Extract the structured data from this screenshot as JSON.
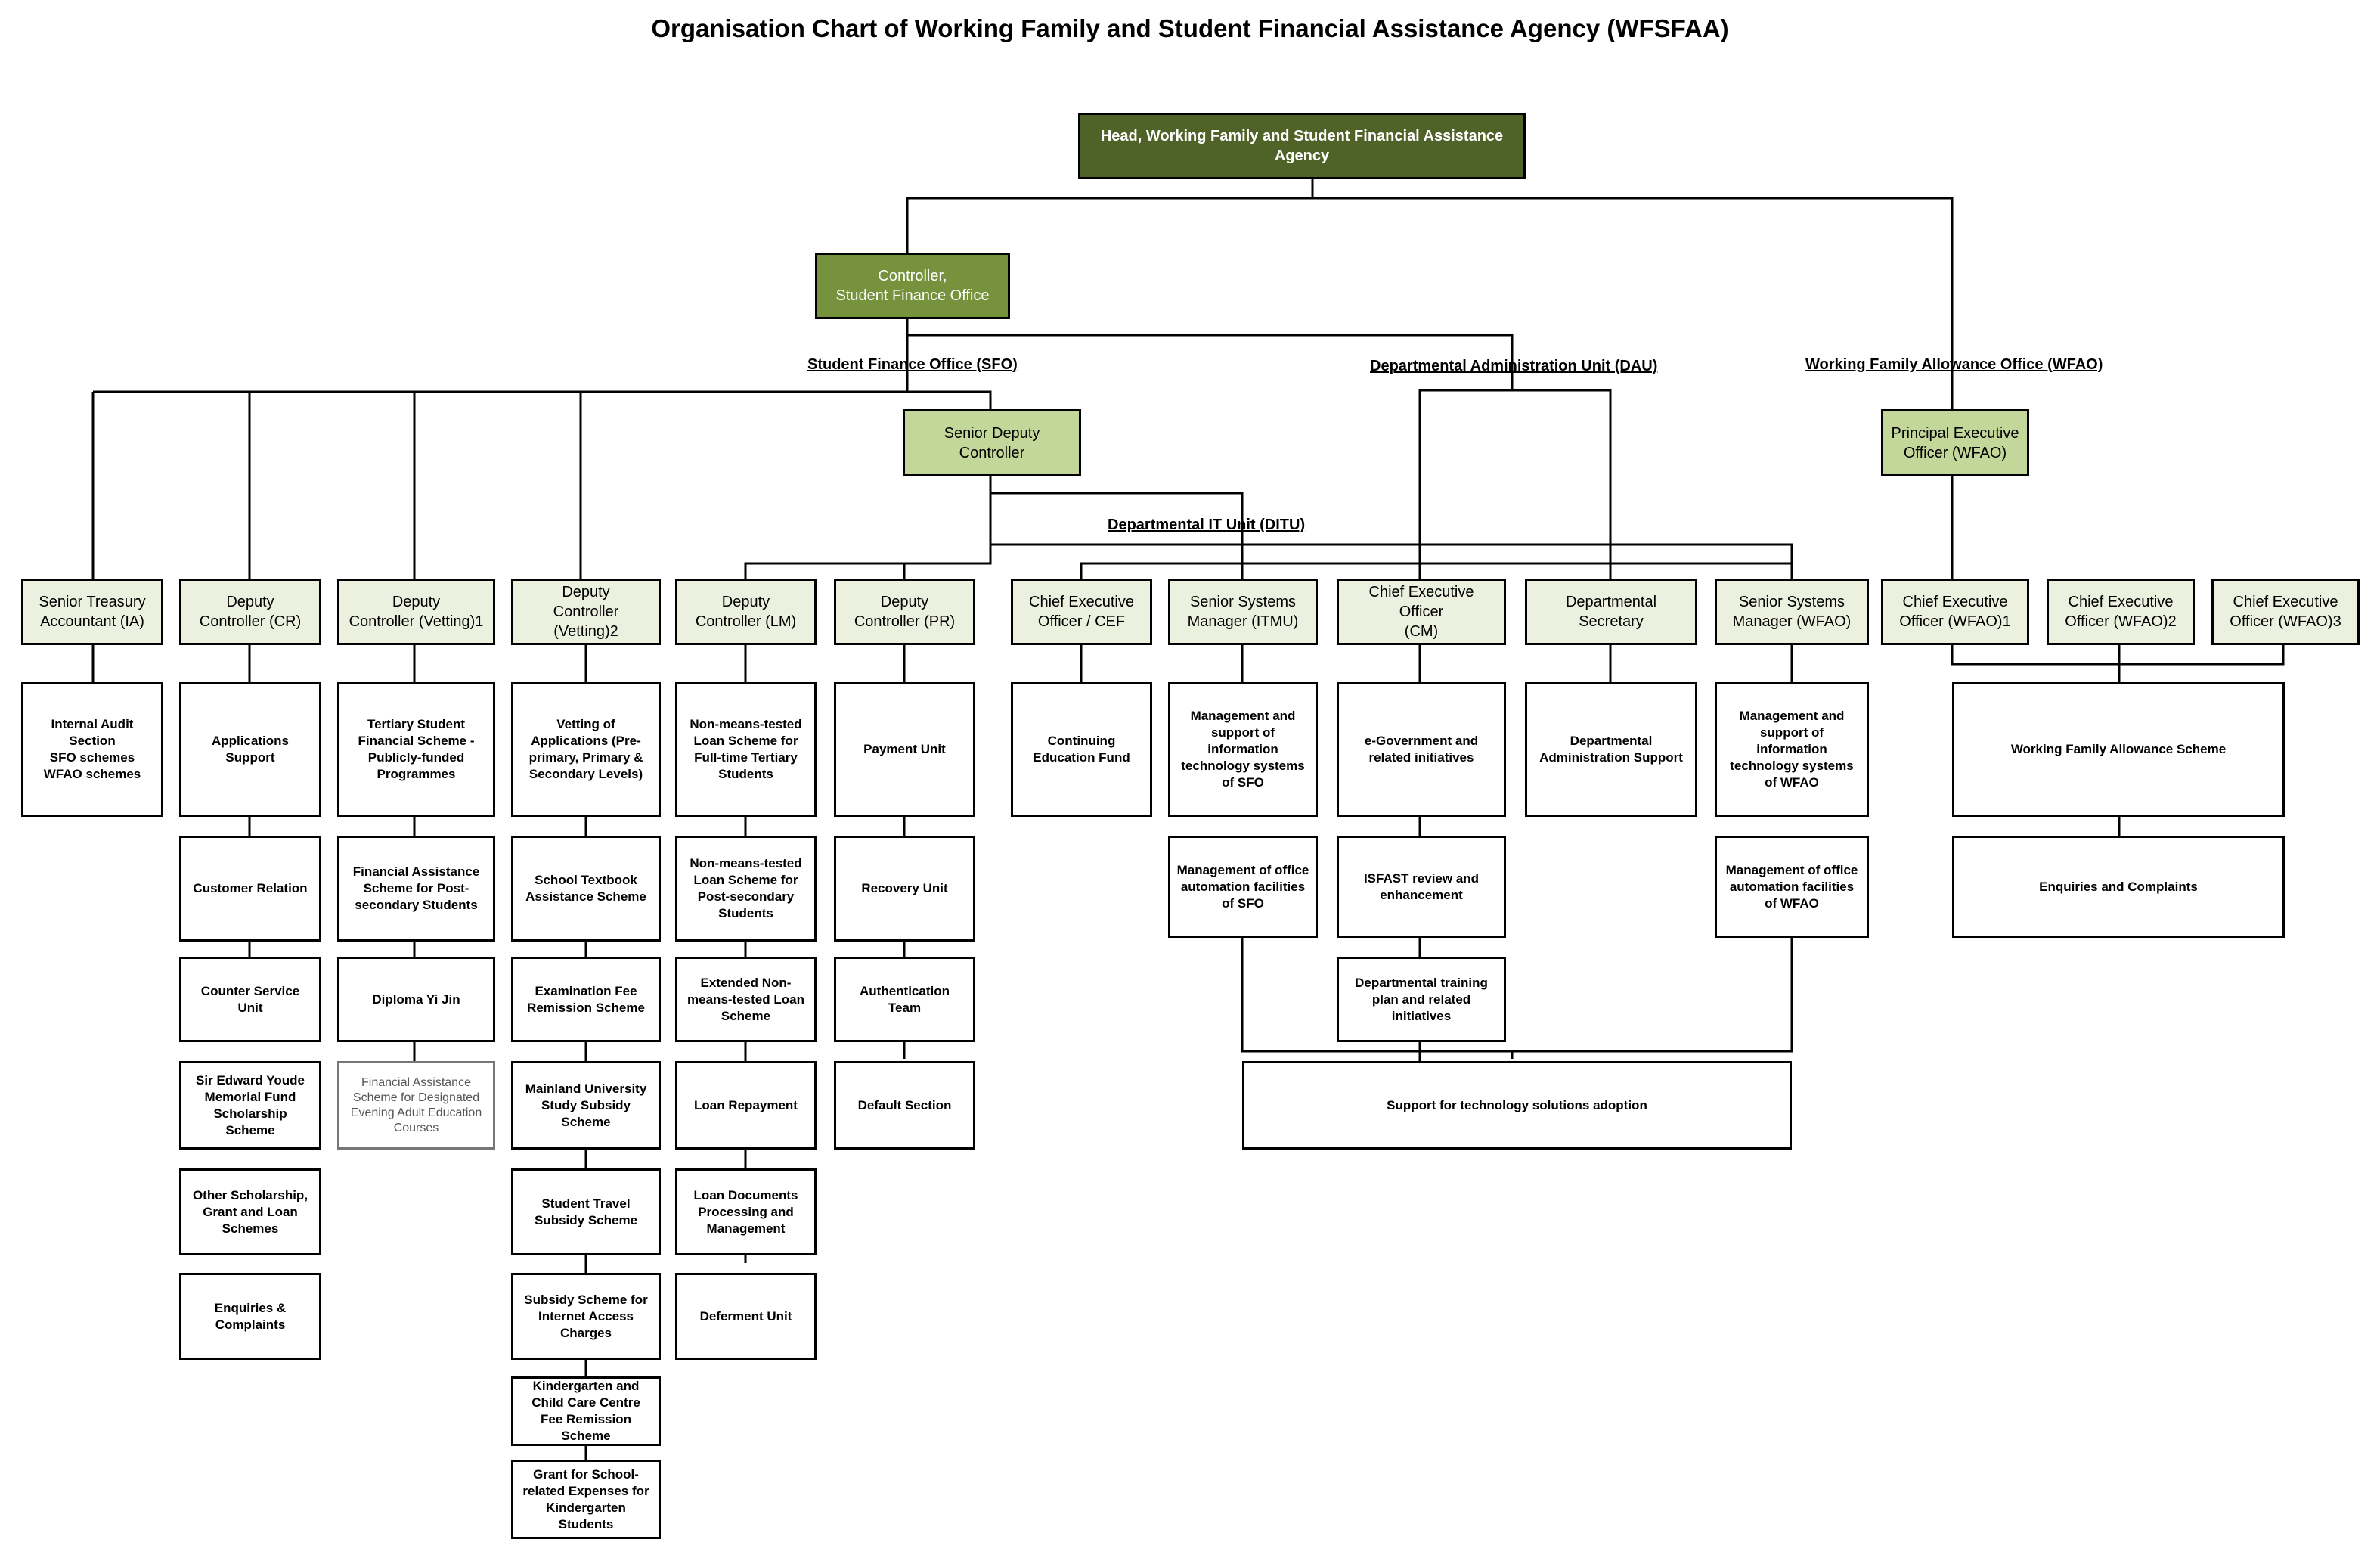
{
  "title": "Organisation Chart of Working Family and Student Financial Assistance Agency (WFSFAA)",
  "sections": {
    "sfo": "Student Finance Office (SFO)",
    "dau": "Departmental Administration Unit (DAU)",
    "wfao": "Working Family Allowance Office (WFAO)",
    "ditu": "Departmental IT Unit (DITU)"
  },
  "head": "Head, Working Family and Student Financial Assistance Agency",
  "controller": "Controller,\nStudent Finance Office",
  "senior_deputy_controller": "Senior Deputy Controller",
  "principal_executive_officer": "Principal Executive Officer (WFAO)",
  "posts": {
    "sta": "Senior Treasury Accountant (IA)",
    "dc_cr": "Deputy\nController (CR)",
    "dc_v1": "Deputy\nController (Vetting)1",
    "dc_v2": "Deputy\nController (Vetting)2",
    "dc_lm": "Deputy\nController (LM)",
    "dc_pr": "Deputy\nController (PR)",
    "ceo_cef": "Chief Executive\nOfficer / CEF",
    "ssm_itmu": "Senior Systems\nManager (ITMU)",
    "ceo_cm": "Chief Executive Officer\n(CM)",
    "dept_sec": "Departmental\nSecretary",
    "ssm_wfao": "Senior Systems\nManager (WFAO)",
    "ceo_w1": "Chief Executive\nOfficer (WFAO)1",
    "ceo_w2": "Chief Executive\nOfficer (WFAO)2",
    "ceo_w3": "Chief Executive\nOfficer (WFAO)3"
  },
  "units": {
    "ia": "Internal Audit Section\nSFO schemes\nWFAO schemes",
    "cr": [
      "Applications Support",
      "Customer Relation",
      "Counter Service Unit",
      "Sir Edward Youde Memorial Fund Scholarship Scheme",
      "Other Scholarship, Grant and Loan Schemes",
      "Enquiries & Complaints"
    ],
    "v1": [
      "Tertiary Student Financial Scheme - Publicly-funded Programmes",
      "Financial Assistance Scheme for Post-secondary Students",
      "Diploma Yi Jin",
      "Financial Assistance Scheme for Designated Evening Adult Education Courses"
    ],
    "v2": [
      "Vetting of Applications (Pre-primary, Primary & Secondary Levels)",
      "School Textbook Assistance Scheme",
      "Examination Fee Remission Scheme",
      "Mainland University Study Subsidy Scheme",
      "Student Travel Subsidy Scheme",
      "Subsidy Scheme for Internet Access Charges",
      "Kindergarten and Child Care Centre Fee Remission Scheme",
      "Grant for School-related Expenses for Kindergarten Students"
    ],
    "lm": [
      "Non-means-tested Loan Scheme for Full-time Tertiary Students",
      "Non-means-tested Loan Scheme for Post-secondary Students",
      "Extended Non-means-tested Loan Scheme",
      "Loan Repayment",
      "Loan Documents Processing and Management",
      "Deferment Unit"
    ],
    "pr": [
      "Payment Unit",
      "Recovery Unit",
      "Authentication Team",
      "Default Section"
    ],
    "cef": "Continuing Education Fund",
    "itmu": [
      "Management and support of information technology systems of SFO",
      "Management of office automation facilities of SFO"
    ],
    "cm": [
      "e-Government and related initiatives",
      "ISFAST review and enhancement",
      "Departmental training plan and related initiatives"
    ],
    "dept": "Departmental Administration Support",
    "wfao_it": [
      "Management and support of information technology systems of WFAO",
      "Management of office automation facilities of WFAO"
    ],
    "tech": "Support for technology solutions adoption",
    "wfas": "Working Family Allowance Scheme",
    "wfao_enq": "Enquiries and Complaints"
  },
  "colors": {
    "head_fill": "#4f6228",
    "controller_fill": "#76923c",
    "senior_fill": "#c4d79b",
    "post_fill": "#ebf1de",
    "unit_fill": "#ffffff"
  }
}
